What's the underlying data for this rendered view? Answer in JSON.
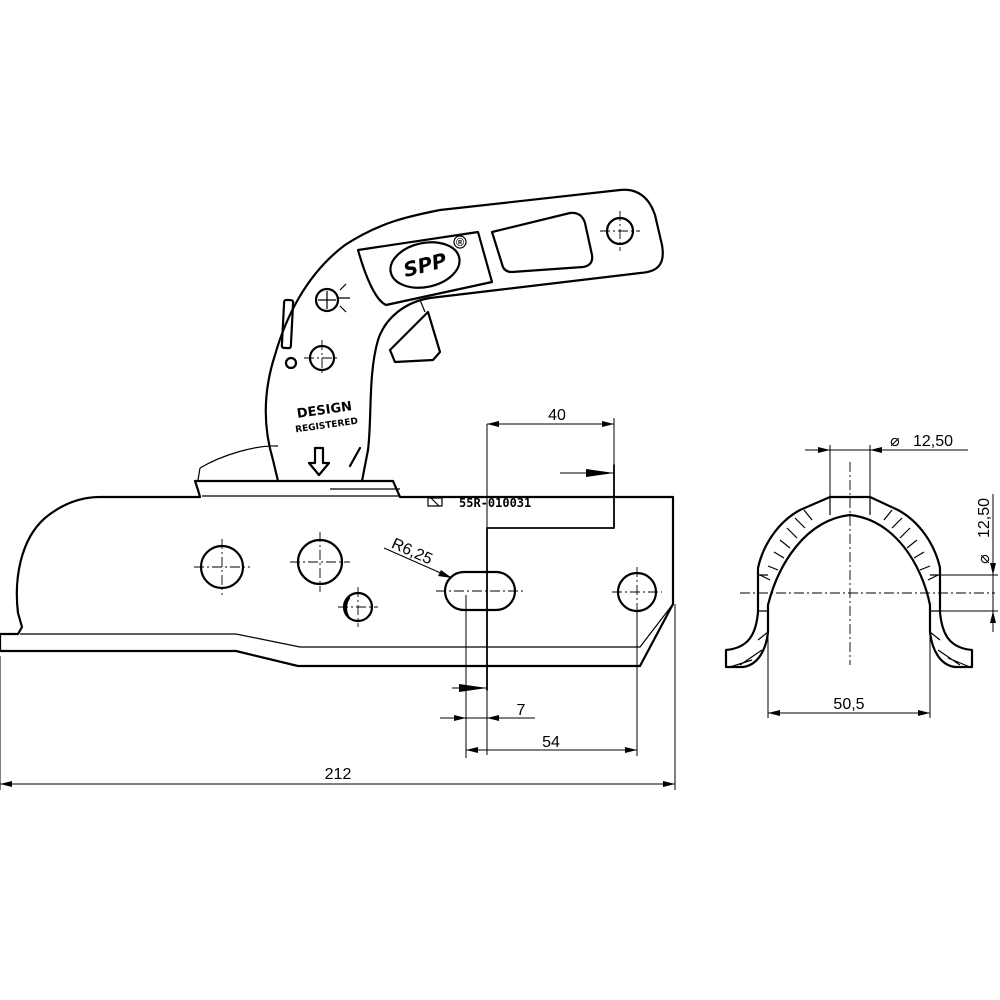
{
  "dimensions": {
    "top_width": "40",
    "slot_offset": "7",
    "hole_spacing": "54",
    "overall_length": "212",
    "slot_radius": "R6,25",
    "section_hole_dia": "12,50",
    "section_vertical_dia": "12,50",
    "section_width": "50,5"
  },
  "symbols": {
    "diameter": "⌀"
  },
  "markings": {
    "brand": "SPP",
    "registered": "®",
    "design_line1": "DESIGN",
    "design_line2": "REGISTERED",
    "approval_code": "55R-010031"
  }
}
